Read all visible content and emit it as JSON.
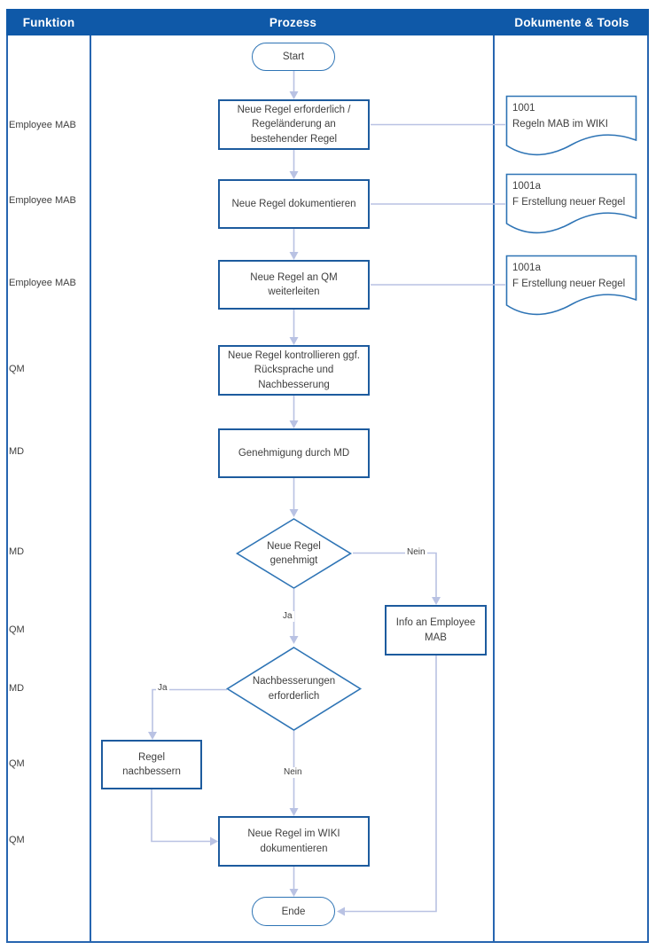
{
  "header": {
    "funktion": "Funktion",
    "prozess": "Prozess",
    "dokumente": "Dokumente & Tools"
  },
  "roles": [
    {
      "label": "Employee MAB"
    },
    {
      "label": "Employee MAB"
    },
    {
      "label": "Employee MAB"
    },
    {
      "label": "QM"
    },
    {
      "label": "MD"
    },
    {
      "label": "MD"
    },
    {
      "label": "QM"
    },
    {
      "label": "MD"
    },
    {
      "label": "QM"
    },
    {
      "label": "QM"
    }
  ],
  "process": {
    "start_label": "Start",
    "end_label": "Ende",
    "steps": [
      {
        "text": "Neue Regel erforderlich / Regeländerung an bestehender Regel"
      },
      {
        "text": "Neue Regel dokumentieren"
      },
      {
        "text": "Neue Regel an QM weiterleiten"
      },
      {
        "text": "Neue Regel kontrollieren ggf. Rücksprache und Nachbesserung"
      },
      {
        "text": "Genehmigung durch MD"
      },
      {
        "text": "Info an Employee MAB"
      },
      {
        "text": "Regel nachbessern"
      },
      {
        "text": "Neue Regel im WIKI dokumentieren"
      }
    ],
    "decisions": [
      {
        "text": "Neue Regel genehmigt",
        "yes": "Ja",
        "no": "Nein"
      },
      {
        "text": "Nachbesserungen erforderlich",
        "yes": "Ja",
        "no": "Nein"
      }
    ]
  },
  "documents": [
    {
      "id": "1001",
      "title": "Regeln MAB im WIKI"
    },
    {
      "id": "1001a",
      "title": "F Erstellung neuer Regel"
    },
    {
      "id": "1001a",
      "title": "F Erstellung neuer Regel"
    }
  ],
  "colors": {
    "header_bg": "#0f59a8",
    "frame_border": "#2765b0",
    "shape_border": "#1d5b9e",
    "thin_border": "#2e74b5",
    "connector": "#b9c2e3",
    "text": "#3f3f3f",
    "header_text": "#ffffff"
  }
}
